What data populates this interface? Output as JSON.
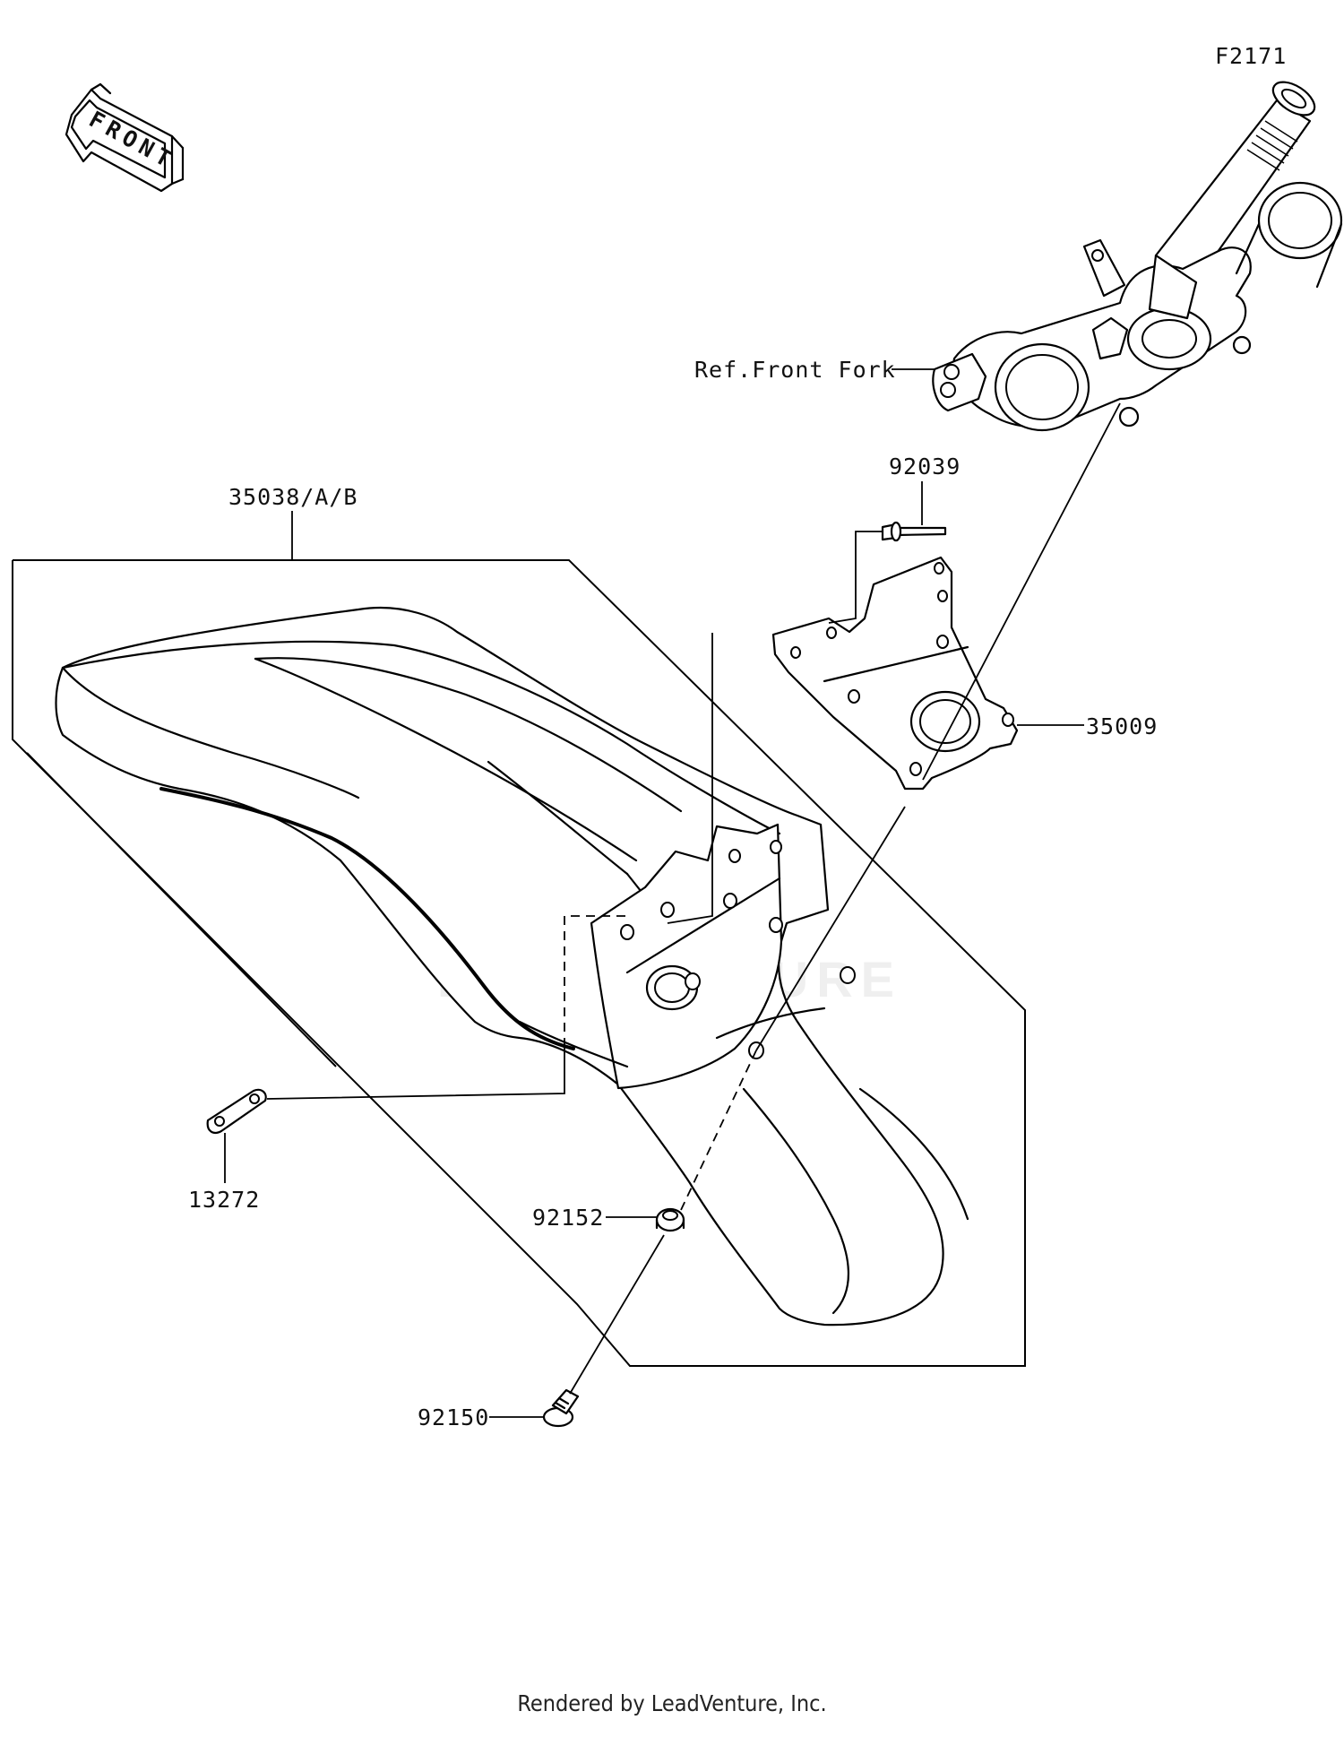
{
  "diagram": {
    "figure_id": "F2171",
    "front_badge": "FRONT",
    "reference_label": "Ref.Front Fork",
    "watermark": "LEADVENTURE",
    "parts": [
      {
        "number": "35038/A/B"
      },
      {
        "number": "92039"
      },
      {
        "number": "35009"
      },
      {
        "number": "13272"
      },
      {
        "number": "92152"
      },
      {
        "number": "92150"
      }
    ],
    "footer": "Rendered by LeadVenture, Inc."
  }
}
